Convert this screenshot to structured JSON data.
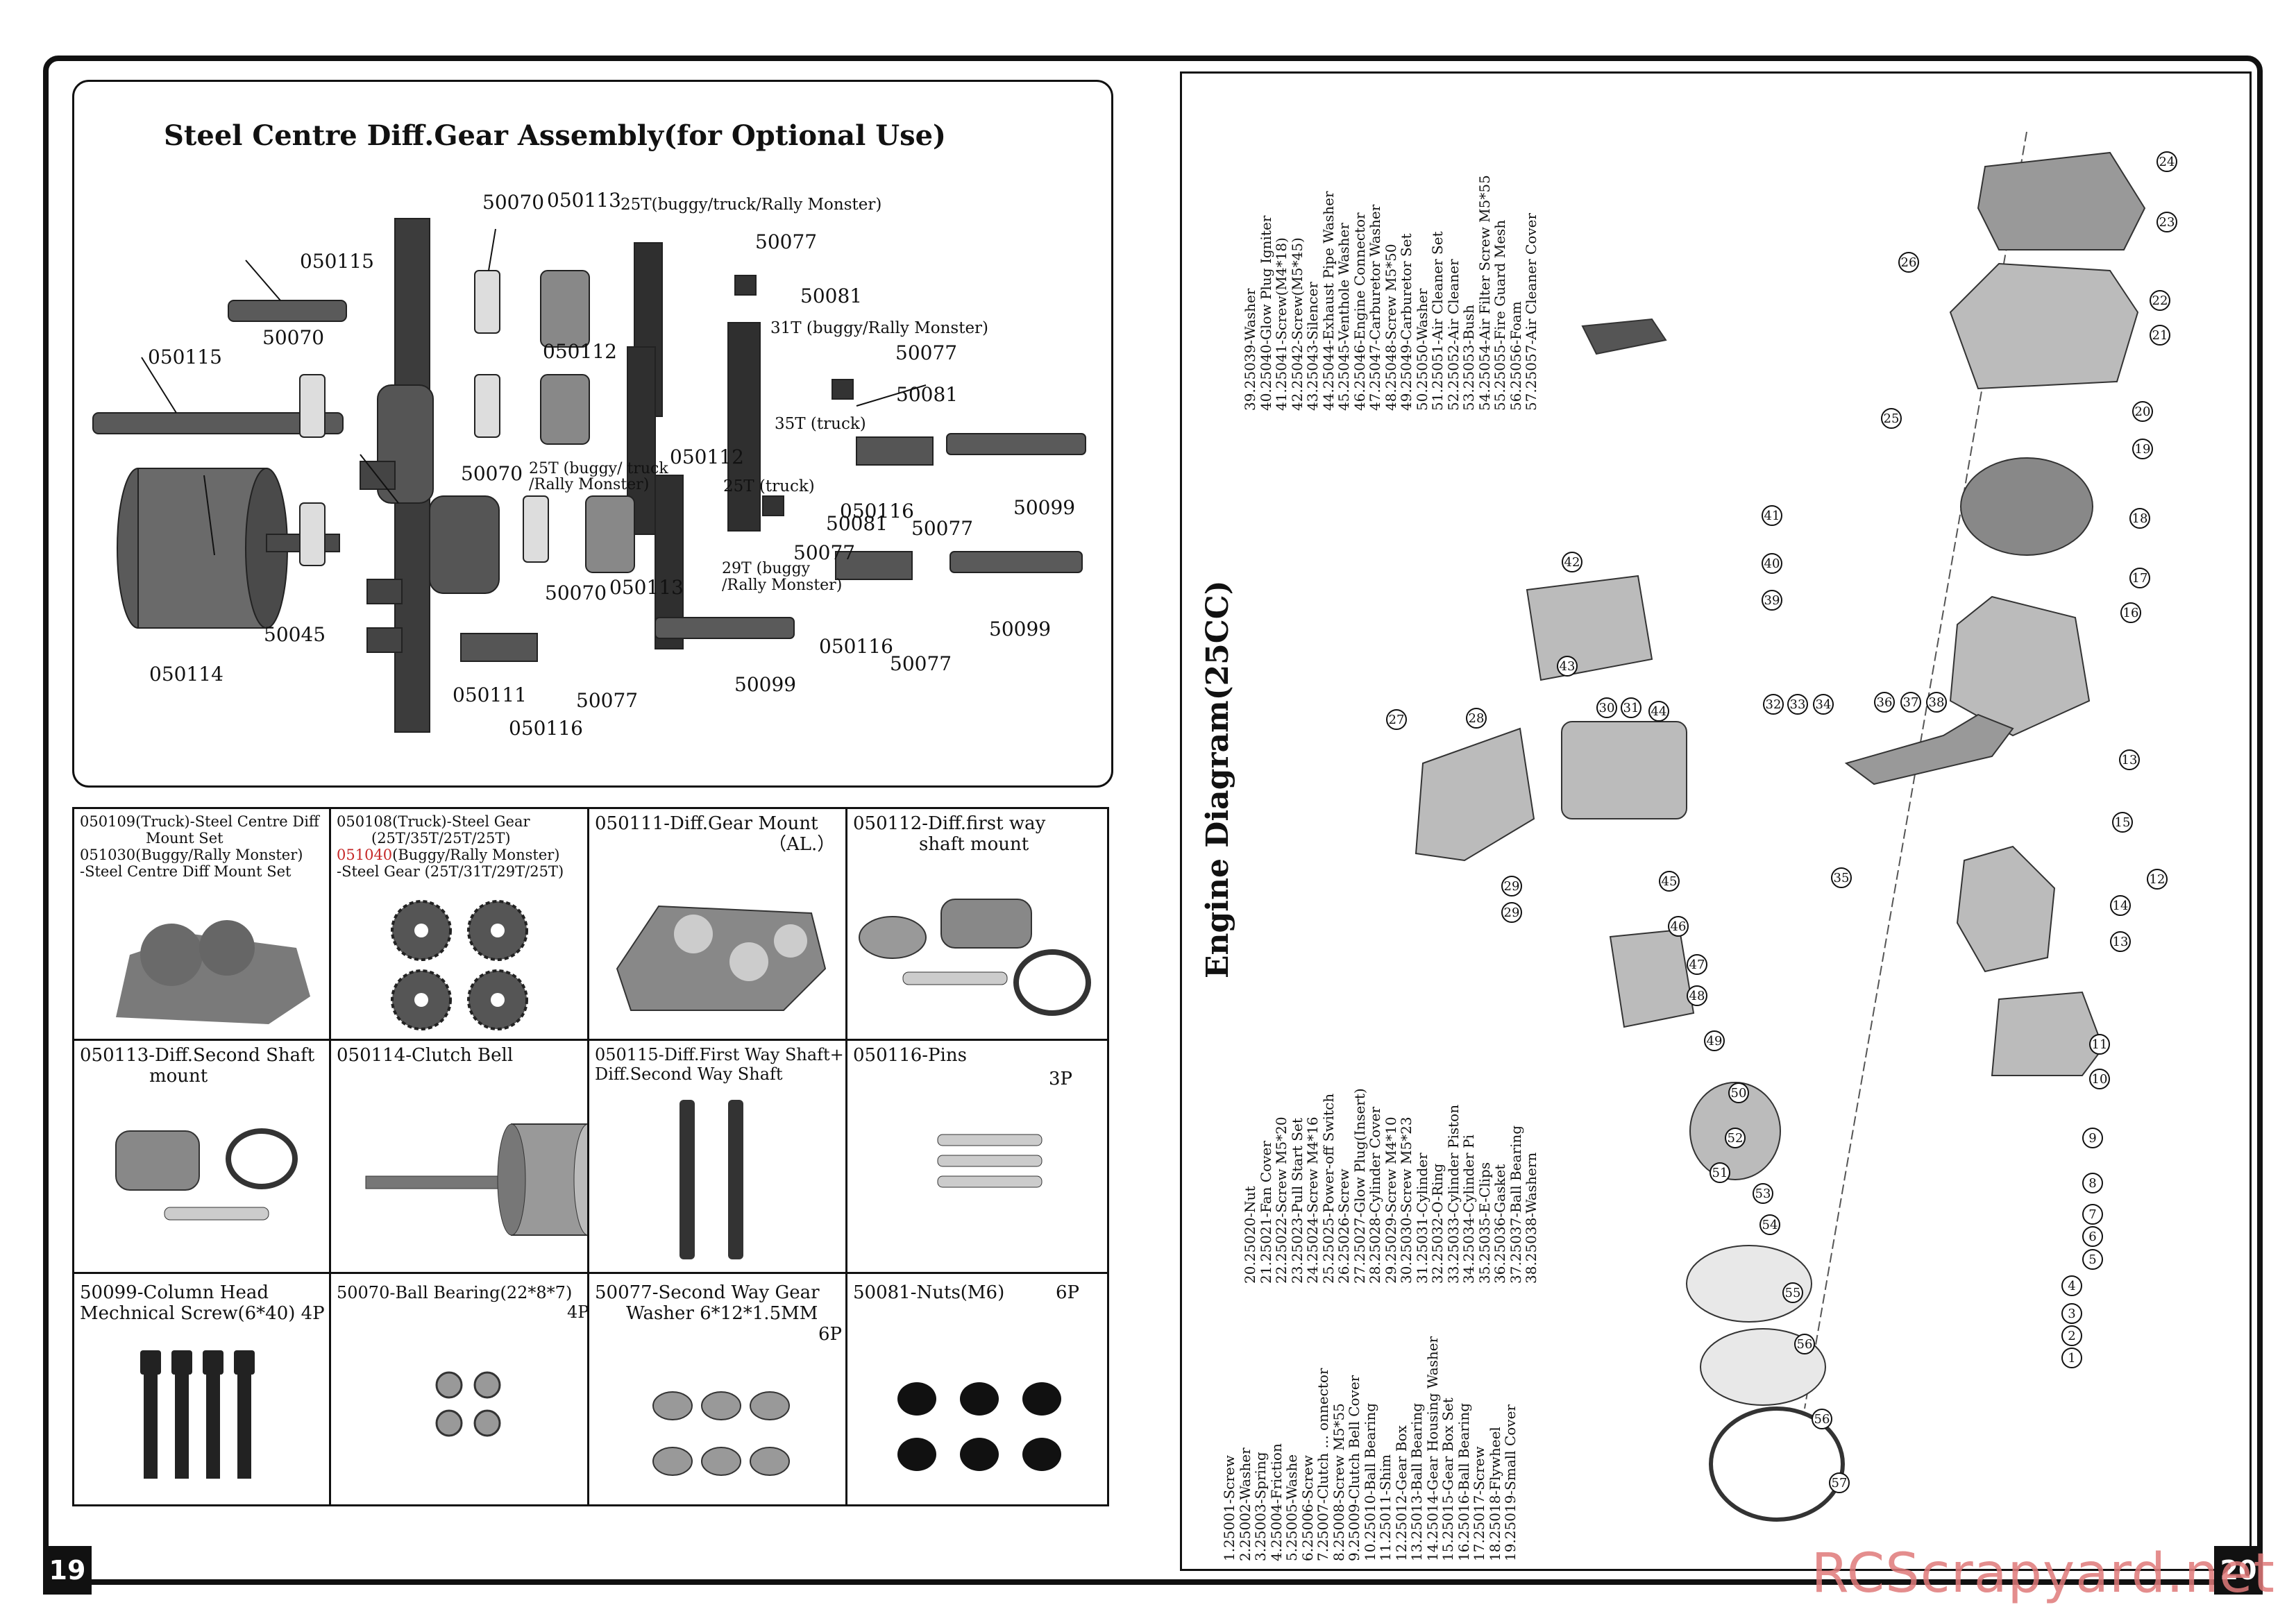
{
  "left_page": {
    "number": "19",
    "title": "Steel Centre Diff.Gear  Assembly(for Optional Use)",
    "labels": {
      "a50070_top": "50070",
      "a050113_top": "050113",
      "a25t_top": "25T(buggy/truck/Rally Monster)",
      "a50077_1": "50077",
      "a50081_1": "50081",
      "a050115_1": "050115",
      "a31t": "31T (buggy/Rally Monster)",
      "a50070_2": "50070",
      "a050112_1": "050112",
      "a50077_2": "50077",
      "a050115_2": "050115",
      "a50081_2": "50081",
      "a35t": "35T (truck)",
      "a050112_2": "050112",
      "a25t_mid": "25T (buggy/ truck\n/Rally Monster)",
      "a50070_3": "50070",
      "a25t_truck": "25T (truck)",
      "a050116_1": "050116",
      "a50081_3": "50081",
      "a50099_1": "50099",
      "a50077_3": "50077",
      "a50077_4": "50077",
      "a29t": "29T (buggy\n/Rally Monster)",
      "a50070_4": "50070",
      "a050113_2": "050113",
      "a50045": "50045",
      "a050116_2": "050116",
      "a50099_2": "50099",
      "a050114": "050114",
      "a50077_5": "50077",
      "a50099_3": "50099",
      "a050111": "050111",
      "a50077_6": "50077",
      "a050116_3": "050116"
    },
    "parts_table": [
      {
        "line1": "050109(Truck)-Steel Centre Diff",
        "line2": "Mount Set",
        "line3": "051030(Buggy/Rally Monster)",
        "line4": "-Steel Centre Diff Mount Set"
      },
      {
        "line1": "050108(Truck)-Steel Gear",
        "line2": "(25T/35T/25T/25T)",
        "line3_red": "051040",
        "line3": "(Buggy/Rally Monster)",
        "line4": "-Steel Gear (25T/31T/29T/25T)"
      },
      {
        "line1": "050111-Diff.Gear Mount",
        "line2": "（AL.）"
      },
      {
        "line1": "050112-Diff.first way",
        "line2": "shaft mount"
      },
      {
        "line1": "050113-Diff.Second Shaft",
        "line2": "mount"
      },
      {
        "line1": "050114-Clutch Bell"
      },
      {
        "line1": "050115-Diff.First Way Shaft+",
        "line2": "Diff.Second Way Shaft"
      },
      {
        "line1": "050116-Pins",
        "qty": "3P"
      },
      {
        "line1": "50099-Column  Head",
        "line2": "Mechnical Screw(6*40) 4P"
      },
      {
        "line1": "50070-Ball Bearing(22*8*7)",
        "qty": "4P"
      },
      {
        "line1": "50077-Second Way Gear",
        "line2": "Washer    6*12*1.5MM",
        "qty": "6P"
      },
      {
        "line1": "50081-Nuts(M6)",
        "qty": "6P"
      }
    ]
  },
  "right_page": {
    "number": "20",
    "title": "Engine Diagram(25CC)",
    "parts_list_a": [
      "1.25001-Screw",
      "2.25002-Washer",
      "3.25003-Spring",
      "4.25004-Friction",
      "5.25005-Washe",
      "6.25006-Screw",
      "7.25007-Clutch ... onnector",
      "8.25008-Screw M5*55",
      "9.25009-Clutch Bell Cover",
      "10.25010-Ball Bearing",
      "11.25011-Shim",
      "12.25012-Gear Box",
      "13.25013-Ball Bearing",
      "14.25014-Gear Housing Washer",
      "15.25015-Gear Box Set",
      "16.25016-Ball Bearing",
      "17.25017-Screw",
      "18.25018-Flywheel",
      "19.25019-Small Cover"
    ],
    "parts_list_b": [
      "20.25020-Nut",
      "21.25021-Fan Cover",
      "22.25022-Screw M5*20",
      "23.25023-Pull Start Set",
      "24.25024-Screw M4*16",
      "25.25025-Power-off Switch",
      "26.25026-Screw",
      "27.25027-Glow Plug(Insert)",
      "28.25028-Cylinder Cover",
      "29.25029-Screw M4*10",
      "30.25030-Screw M5*23",
      "31.25031-Cylinder",
      "32.25032-O-Ring",
      "33.25033-Cylinder Piston",
      "34.25034-Cylinder Pi",
      "35.25035-E-Clips",
      "36.25036-Gasket",
      "37.25037-Ball Bearing",
      "38.25038-Washern"
    ],
    "parts_list_c": [
      "39.25039-Washer",
      "40.25040-Glow Plug Igniter",
      "41.25041-Screw(M4*18)",
      "42.25042-Screw(M5*45)",
      "43.25043-Silencer",
      "44.25044-Exhaust Pipe Washer",
      "45.25045-Venthole Washer",
      "46.25046-Engine Connector",
      "47.25047-Carburetor Washer",
      "48.25048-Screw M5*50",
      "49.25049-Carburetor Set",
      "50.25050-Washer",
      "51.25051-Air Cleaner Set",
      "52.25052-Air Cleaner",
      "53.25053-Bush",
      "54.25054-Air Filter Screw M5*55",
      "55.25055-Fire Guard Mesh",
      "56.25056-Foam",
      "57.25057-Air Cleaner Cover"
    ],
    "callouts": [
      "24",
      "23",
      "26",
      "22",
      "21",
      "20",
      "25",
      "19",
      "18",
      "17",
      "16",
      "41",
      "42",
      "40",
      "39",
      "43",
      "27",
      "28",
      "30",
      "31",
      "44",
      "32",
      "33",
      "34",
      "36",
      "37",
      "38",
      "13",
      "15",
      "12",
      "14",
      "13",
      "35",
      "45",
      "46",
      "47",
      "48",
      "29",
      "29",
      "11",
      "10",
      "49",
      "50",
      "9",
      "52",
      "51",
      "8",
      "7",
      "53",
      "54",
      "6",
      "5",
      "4",
      "3",
      "2",
      "1",
      "55",
      "56",
      "56",
      "57"
    ]
  },
  "watermark": "RCScrapyard.net"
}
